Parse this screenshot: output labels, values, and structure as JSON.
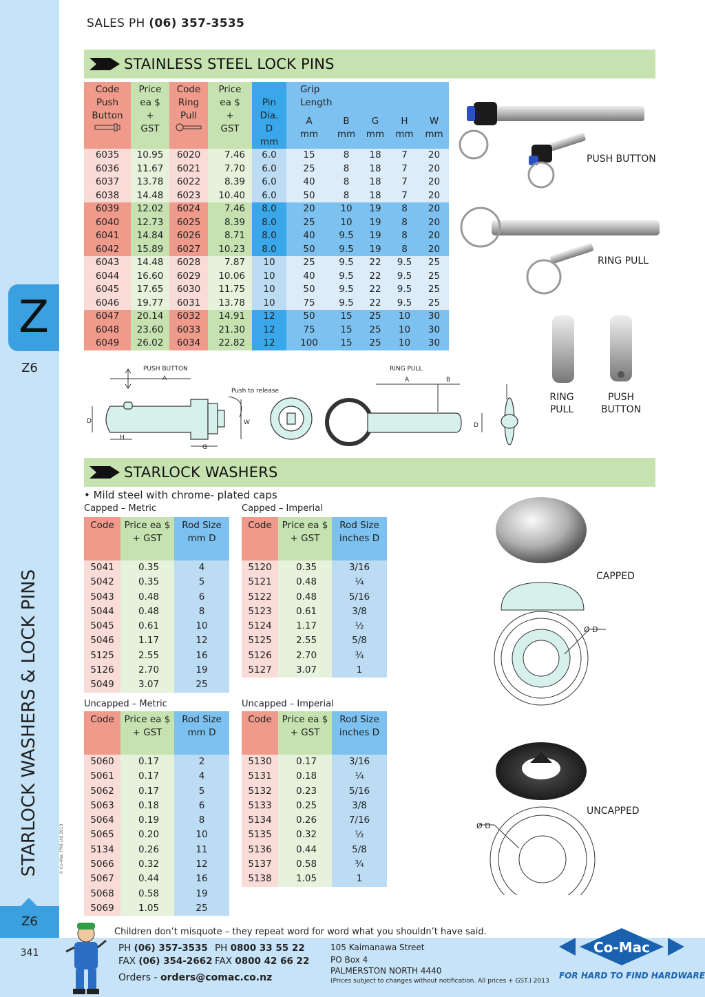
{
  "header": {
    "sales_prefix": "SALES  PH ",
    "sales_phone": "(06) 357-3535"
  },
  "sidebar": {
    "letter": "Z",
    "code_top": "Z6",
    "title": "STARLOCK WASHERS & LOCK PINS",
    "code_bottom": "Z6",
    "copyright": "© Co-Mac (PN) Ltd 2013"
  },
  "page_number": "341",
  "lockpins": {
    "title": "STAINLESS STEEL LOCK PINS",
    "headers": {
      "code_push": "Code Push Button",
      "price_push": "Price ea $ + GST",
      "code_ring": "Code Ring Pull",
      "price_ring": "Price ea $ + GST",
      "pin_dia": "Pin Dia. D mm",
      "grip": "Grip Length",
      "a": "A",
      "b": "B",
      "g": "G",
      "h": "H",
      "w": "W",
      "mm": "mm"
    },
    "rows": [
      [
        "6035",
        "10.95",
        "6020",
        "7.46",
        "6.0",
        "15",
        "8",
        "18",
        "7",
        "20"
      ],
      [
        "6036",
        "11.67",
        "6021",
        "7.70",
        "6.0",
        "25",
        "8",
        "18",
        "7",
        "20"
      ],
      [
        "6037",
        "13.78",
        "6022",
        "8.39",
        "6.0",
        "40",
        "8",
        "18",
        "7",
        "20"
      ],
      [
        "6038",
        "14.48",
        "6023",
        "10.40",
        "6.0",
        "50",
        "8",
        "18",
        "7",
        "20"
      ],
      [
        "6039",
        "12.02",
        "6024",
        "7.46",
        "8.0",
        "20",
        "10",
        "19",
        "8",
        "20"
      ],
      [
        "6040",
        "12.73",
        "6025",
        "8.39",
        "8.0",
        "25",
        "10",
        "19",
        "8",
        "20"
      ],
      [
        "6041",
        "14.84",
        "6026",
        "8.71",
        "8.0",
        "40",
        "9.5",
        "19",
        "8",
        "20"
      ],
      [
        "6042",
        "15.89",
        "6027",
        "10.23",
        "8.0",
        "50",
        "9.5",
        "19",
        "8",
        "20"
      ],
      [
        "6043",
        "14.48",
        "6028",
        "7.87",
        "10",
        "25",
        "9.5",
        "22",
        "9.5",
        "25"
      ],
      [
        "6044",
        "16.60",
        "6029",
        "10.06",
        "10",
        "40",
        "9.5",
        "22",
        "9.5",
        "25"
      ],
      [
        "6045",
        "17.65",
        "6030",
        "11.75",
        "10",
        "50",
        "9.5",
        "22",
        "9.5",
        "25"
      ],
      [
        "6046",
        "19.77",
        "6031",
        "13.78",
        "10",
        "75",
        "9.5",
        "22",
        "9.5",
        "25"
      ],
      [
        "6047",
        "20.14",
        "6032",
        "14.91",
        "12",
        "50",
        "15",
        "25",
        "10",
        "30"
      ],
      [
        "6048",
        "23.60",
        "6033",
        "21.30",
        "12",
        "75",
        "15",
        "25",
        "10",
        "30"
      ],
      [
        "6049",
        "26.02",
        "6034",
        "22.82",
        "12",
        "100",
        "15",
        "25",
        "10",
        "30"
      ]
    ],
    "photo_labels": {
      "push_button": "PUSH BUTTON",
      "ring_pull": "RING PULL",
      "ring_pull_2": "RING PULL",
      "push_button_2": "PUSH BUTTON"
    },
    "diagram": {
      "push_button": "PUSH BUTTON",
      "ring_pull": "RING PULL",
      "push_to_release": "Push to release",
      "a": "A",
      "b": "B",
      "d": "D",
      "h": "H",
      "g": "G",
      "w": "W"
    }
  },
  "starlock": {
    "title": "STARLOCK WASHERS",
    "note": "• Mild steel with chrome- plated caps",
    "headers": {
      "code": "Code",
      "price": "Price ea $ + GST",
      "rod_mm": "Rod Size mm D",
      "rod_in": "Rod Size inches D"
    },
    "capped_metric": {
      "caption": "Capped – Metric",
      "rows": [
        [
          "5041",
          "0.35",
          "4"
        ],
        [
          "5042",
          "0.35",
          "5"
        ],
        [
          "5043",
          "0.48",
          "6"
        ],
        [
          "5044",
          "0.48",
          "8"
        ],
        [
          "5045",
          "0.61",
          "10"
        ],
        [
          "5046",
          "1.17",
          "12"
        ],
        [
          "5125",
          "2.55",
          "16"
        ],
        [
          "5126",
          "2.70",
          "19"
        ],
        [
          "5049",
          "3.07",
          "25"
        ]
      ]
    },
    "capped_imperial": {
      "caption": "Capped – Imperial",
      "rows": [
        [
          "5120",
          "0.35",
          "3/16"
        ],
        [
          "5121",
          "0.48",
          "¼"
        ],
        [
          "5122",
          "0.48",
          "5/16"
        ],
        [
          "5123",
          "0.61",
          "3/8"
        ],
        [
          "5124",
          "1.17",
          "½"
        ],
        [
          "5125",
          "2.55",
          "5/8"
        ],
        [
          "5126",
          "2.70",
          "¾"
        ],
        [
          "5127",
          "3.07",
          "1"
        ]
      ]
    },
    "uncapped_metric": {
      "caption": "Uncapped – Metric",
      "rows": [
        [
          "5060",
          "0.17",
          "2"
        ],
        [
          "5061",
          "0.17",
          "4"
        ],
        [
          "5062",
          "0.17",
          "5"
        ],
        [
          "5063",
          "0.18",
          "6"
        ],
        [
          "5064",
          "0.19",
          "8"
        ],
        [
          "5065",
          "0.20",
          "10"
        ],
        [
          "5134",
          "0.26",
          "11"
        ],
        [
          "5066",
          "0.32",
          "12"
        ],
        [
          "5067",
          "0.44",
          "16"
        ],
        [
          "5068",
          "0.58",
          "19"
        ],
        [
          "5069",
          "1.05",
          "25"
        ]
      ]
    },
    "uncapped_imperial": {
      "caption": "Uncapped – Imperial",
      "rows": [
        [
          "5130",
          "0.17",
          "3/16"
        ],
        [
          "5131",
          "0.18",
          "¼"
        ],
        [
          "5132",
          "0.23",
          "5/16"
        ],
        [
          "5133",
          "0.25",
          "3/8"
        ],
        [
          "5134",
          "0.26",
          "7/16"
        ],
        [
          "5135",
          "0.32",
          "½"
        ],
        [
          "5136",
          "0.44",
          "5/8"
        ],
        [
          "5137",
          "0.58",
          "¾"
        ],
        [
          "5138",
          "1.05",
          "1"
        ]
      ]
    },
    "labels": {
      "capped": "CAPPED",
      "uncapped": "UNCAPPED",
      "d1": "Ø D",
      "d2": "Ø D"
    }
  },
  "footer": {
    "quote": "Children don’t misquote – they repeat word for word what you shouldn’t have said.",
    "ph1_label": "PH ",
    "ph1": "(06) 357-3535",
    "fax1_label": "FAX ",
    "fax1": "(06) 354-2662",
    "ph2_label": "PH ",
    "ph2": "0800 33 55 22",
    "fax2_label": "FAX ",
    "fax2": "0800 42 66 22",
    "orders_label": "Orders - ",
    "orders": "orders@comac.co.nz",
    "addr1": "105 Kaimanawa Street",
    "addr2": "PO Box 4",
    "addr3": "PALMERSTON NORTH 4440",
    "disclaimer": "(Prices subject to changes without notification.  All prices + GST.)  2013",
    "brand": "Co-Mac",
    "slogan": "FOR HARD TO FIND HARDWARE",
    "colors": {
      "brand_blue": "#1a62b0",
      "sidebar": "#c6e3f7",
      "accent": "#3aa0e0"
    }
  }
}
